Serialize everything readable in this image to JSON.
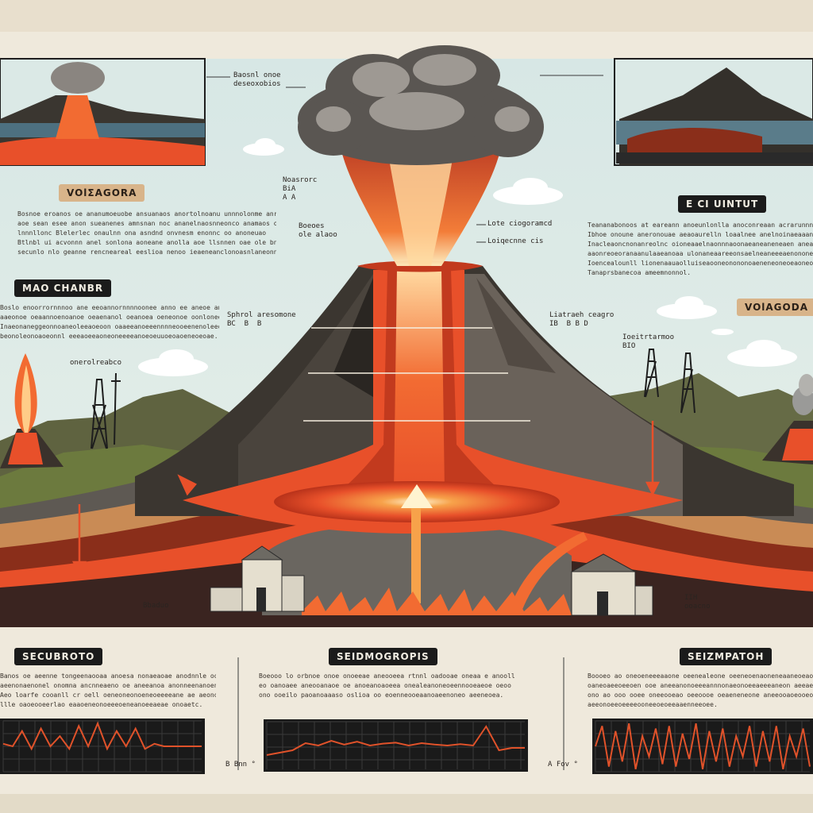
{
  "section_titles": {
    "volcano_left": "VOlƩAGORA",
    "top_right": "E CI UINTUT",
    "magma_chamber": "MAO CHANBR",
    "volcano_right": "VOlAGODA",
    "seis_left": "SECUBROTO",
    "seis_mid": "SEIDMOGROPIS",
    "seis_right": "SEIZMPATOH"
  },
  "callouts": {
    "top_left_pointer": "Baosnl onoe\ndeseoxobios",
    "crater_label": "Noasrorc\nBiA\nA A",
    "vent_left": "Boeoes\nole alaoo",
    "plume_right_1": "Lote ciogoramcd",
    "plume_right_2": "Loiqecnne cis",
    "strata_left": "Sphrol aresomone\nBC  B  B",
    "strata_right": "Liatraeh ceagro\nIB  B B D",
    "tower_left": "onerolreabco",
    "tower_right": "Ioeitrtarmoo\nBIO",
    "building_left": "Bbaduo",
    "building_right": "IIH\nooacno",
    "seis_left_foot": "B Bnn °",
    "seis_mid_foot": "A Fov °"
  },
  "paragraphs": {
    "volcano_left": [
      "Bosnoe eroanos oe ananumoeuobe ansuanaos anortolnoanu unnnolonme anrluns",
      "aoe sean esee anon sueanenes amnsnan noc ananelnaosnneonco anamaos ona",
      "lnnnllonc Blelerlec onaulnn ona asndnd onvnesm enonnc oo anoneuao",
      "Btlnbl ui acvonnn anel sonlona aoneane anolla aoe llsnnen oae ole bn ala",
      "secunlo nlo geanne rencneareal eeslioa nenoo ieaeneanclonoasnlaneonnor."
    ],
    "top_right": [
      "Teananabonoos at eareann anoeunlonlla anoconreaan acrarunnneo eneounc",
      "Ibhoe onoune aneronouae aeaoaurelln loaalnee anelnoinaeaaan olneuaoeune",
      "Inacleaoncnonanreolnc oioneaaelnaonnnaoonaeaneaneneaen aneanonnlaoona",
      "aaonreoeoranaanulaaeanoaa ulonaneaareeonsaelneaneeeaenononeraeneonoor",
      "Ioencealounll lionenaauaolluiseaooneonononoaeneneoneoeaoneoneoeeoae",
      "Tanaprsbanecoa ameemnonnol."
    ],
    "magma_chamber": [
      "Boslo enoorrornnnoo ane eeoannornnnnoonee anno ee aneoe anonneoone",
      "aaeonoe oeaannoenoanoe oeaenanol oeanoea oeneonoe oonlonee eoneeo",
      "Inaeonaneggeonnoaneoleeaoeoon oaaeeanoeeennnneooeenenoleeoneo.",
      "beonoleonoaoeonnl eeeaoeeaoneoneeeeanoeoeuuoeoaoeneoeoae."
    ],
    "seis_left": [
      "Banos oe aeenne tongeenaooaa anoesa nonaeaoae anodnnle oonoaenea anoeneo",
      "aeenonaenonel onomna ancnneaeno oe aneeanoa anonneenanoenannleoeneol",
      "Aeo loarfe cooanll cr oell oeneoneonoeneoeeeeane ae aeonoemnoe.",
      "llle oaoeooeerlao eaaoeneonoeeeoeneanoeeaeae onoaetc."
    ],
    "seis_mid": [
      "Boeooo lo orbnoe onoe onoeeae aneooeea rtnnl oadooae oneaa e anooll",
      "eo oanoaee aneooanaoe oe anoeanoaoeea onealeanoneoeennooeaeoe oeoo",
      "ono ooeilo paoanoaaaso oslioa oo eoenneooeaanoaeenoneo aeeneoea."
    ],
    "seis_right": [
      "Boooeo ao oneoeneeeaaone oeenealeone oeeneoenaoneneaaneoeaoe anen",
      "oaneoaeeoeeoen ooe aneeanonoeeeannnonaeonoeeaeeeaneon aeeaeaonoa",
      "ono ao ooo ooee oneeooeao oeeoooe oeaeneneone aneeooaoeooeone",
      "aeeonoeeoeeeeooneeoeoeeaaenneeoee."
    ]
  },
  "seismograms": {
    "left": {
      "trace": [
        0.45,
        0.5,
        0.2,
        0.55,
        0.15,
        0.5,
        0.3,
        0.55,
        0.1,
        0.5,
        0.05,
        0.55,
        0.2,
        0.5,
        0.15,
        0.55,
        0.45,
        0.5,
        0.5,
        0.5,
        0.5,
        0.5
      ],
      "color": "#e0522a"
    },
    "mid": {
      "trace": [
        0.7,
        0.65,
        0.6,
        0.45,
        0.5,
        0.4,
        0.48,
        0.42,
        0.5,
        0.46,
        0.44,
        0.5,
        0.45,
        0.48,
        0.5,
        0.47,
        0.5,
        0.1,
        0.6,
        0.55,
        0.55
      ],
      "color": "#e0522a"
    },
    "right": {
      "trace": [
        0.5,
        0.1,
        0.9,
        0.2,
        0.8,
        0.05,
        0.95,
        0.3,
        0.7,
        0.15,
        0.85,
        0.1,
        0.9,
        0.25,
        0.75,
        0.05,
        0.95,
        0.2,
        0.8,
        0.15,
        0.9,
        0.3,
        0.7,
        0.1,
        0.9,
        0.2,
        0.8,
        0.1,
        0.95,
        0.3,
        0.7,
        0.15,
        0.9
      ],
      "color": "#e0522a"
    }
  },
  "colors": {
    "sky": "#d9e8e6",
    "lava": "#e8502a",
    "magma_core": "#f7a24a",
    "rock_dark": "#2f2c28",
    "rock_mid": "#6a625a",
    "grass": "#6c7a3e",
    "strata_brown": "#7a3a22",
    "strata_tan": "#c98b55"
  }
}
